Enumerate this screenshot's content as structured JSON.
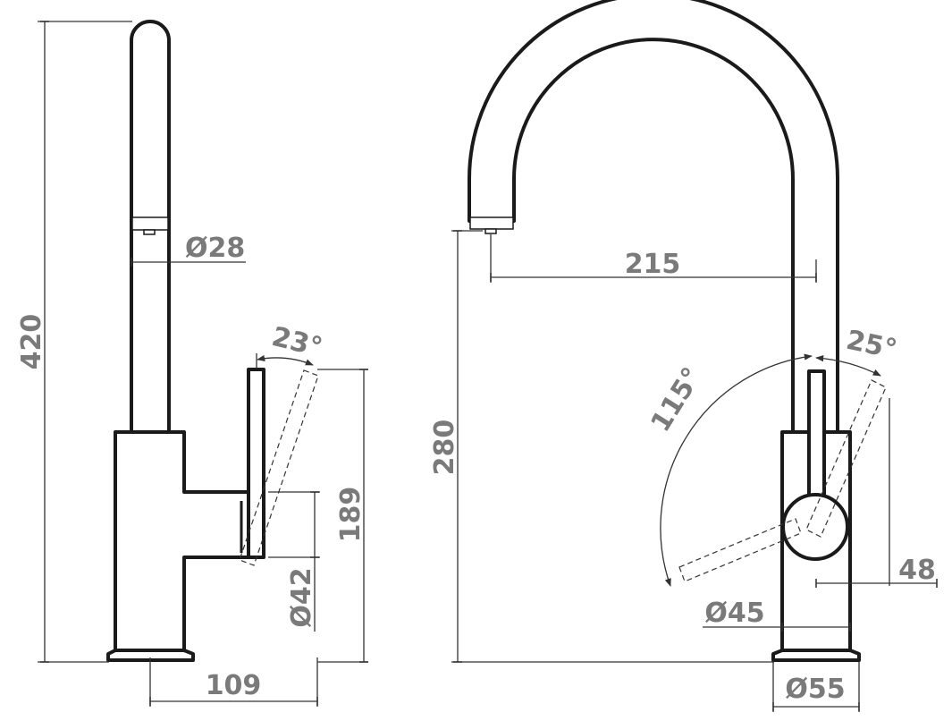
{
  "colors": {
    "outline": "#1a1a1a",
    "dimension_text": "#7a7a7a",
    "dimension_line": "#333333",
    "background": "#ffffff"
  },
  "dimensions": {
    "height_total": "420",
    "spout_diameter": "Ø28",
    "side_lever_angle": "23°",
    "handle_height": "189",
    "body_diameter": "Ø42",
    "base_depth": "109",
    "spout_reach": "215",
    "spout_outlet_height": "280",
    "front_lever_angle": "25°",
    "lever_rotation_angle": "115°",
    "handle_offset": "48",
    "column_diameter": "Ø45",
    "base_diameter": "Ø55"
  }
}
